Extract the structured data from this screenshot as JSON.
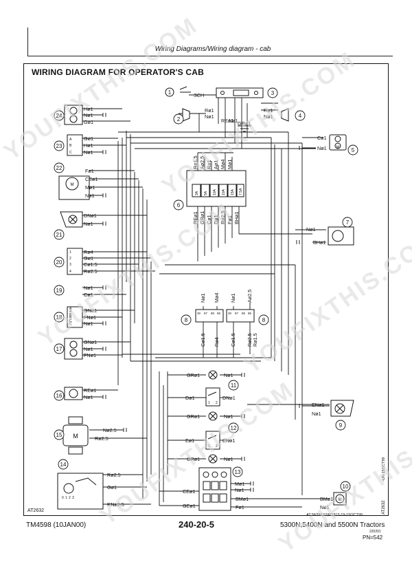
{
  "header": {
    "title": "Wiring Diagrams/Wiring diagram - cab"
  },
  "diagram": {
    "title": "WIRING DIAGRAM FOR OPERATOR'S CAB",
    "ref_left": "AT2632",
    "ref_right_vertical": "AT2632",
    "ref_vertical_2": "-UN-15OCT99",
    "ref_bottom": "AT,5NTM,ESPD313-19-15OCT99",
    "callouts": [
      "1",
      "2",
      "3",
      "4",
      "5",
      "6",
      "7",
      "8",
      "8",
      "9",
      "10",
      "11",
      "12",
      "13",
      "14",
      "15",
      "16",
      "17",
      "18",
      "19",
      "20",
      "21",
      "22",
      "23",
      "24"
    ],
    "top_labels": [
      "SCH",
      "Rø1",
      "Nø1",
      "REø1",
      "Nø1",
      "GRø1",
      "Rø1",
      "Nø1"
    ],
    "fuse_top_labels": [
      "Rø1.5",
      "Aø2.5",
      "Rø1",
      "Aø1",
      "Mø4",
      "Mø1"
    ],
    "fuse_bottom_labels": [
      "REø1",
      "GRø1",
      "Cø1",
      "Dø1",
      "Rø2.5",
      "Fø1",
      "BHø1"
    ],
    "relay_labels": [
      "Nø1",
      "Mø4",
      "Nø1",
      "Aø2.5",
      "Cø1.5",
      "Rø4",
      "Cø1.5",
      "Rø2.5",
      "Rø1.5"
    ],
    "left_labels": [
      "Hø1",
      "Nø1",
      "Gø1",
      "Gø1",
      "Hø1",
      "Nø1",
      "Fø1",
      "CEø1",
      "Mø1",
      "Nø1",
      "DNø1",
      "Nø1",
      "Rø4",
      "Gø1",
      "Cø1.5",
      "Rø2.5",
      "Nø1",
      "Cø1",
      "GNø1",
      "FNø1",
      "Nø1",
      "GNø1",
      "Nø1",
      "FNø1",
      "REø1",
      "Nø1"
    ],
    "right_labels": [
      "Cø1",
      "Nø1",
      "Nø1",
      "BHø1",
      "ENø1",
      "Nø1",
      "BMø1",
      "Nø1"
    ],
    "center_labels": [
      "GRø1",
      "Nø1",
      "Dø1",
      "DNø1",
      "GRø1",
      "Nø1",
      "Eø1",
      "ENø1",
      "GRø1",
      "Nø1",
      "Mø1",
      "Nø1",
      "CEø1",
      "BMø1",
      "GEø1",
      "Fø1"
    ],
    "bottom_left_labels": [
      "Nø2.5",
      "Rø2.5",
      "Rø2.5",
      "Gø1",
      "RNø2.5"
    ],
    "connector_pins": [
      "A",
      "B",
      "C",
      "A",
      "B",
      "C",
      "1",
      "2",
      "3",
      "4",
      "A",
      "B",
      "C"
    ],
    "fuse_cells": [
      "3A",
      "5A",
      "10A",
      "10A",
      "15A",
      "7.5A"
    ],
    "switch_pins": [
      "1",
      "2",
      "1",
      "2"
    ],
    "relay_pins": [
      "30",
      "87",
      "85",
      "86",
      "30",
      "87",
      "85",
      "86"
    ],
    "motor_symbol": "M",
    "switch14_pins": [
      "0",
      "1",
      "2",
      "3"
    ]
  },
  "watermark": {
    "text": "YOUFIXTHIS.COM"
  },
  "footer": {
    "left": "TM4598 (10JAN00)",
    "center": "240-20-5",
    "right": "5300N,5400N and 5500N Tractors",
    "code": "220201",
    "pn": "PN=542"
  }
}
